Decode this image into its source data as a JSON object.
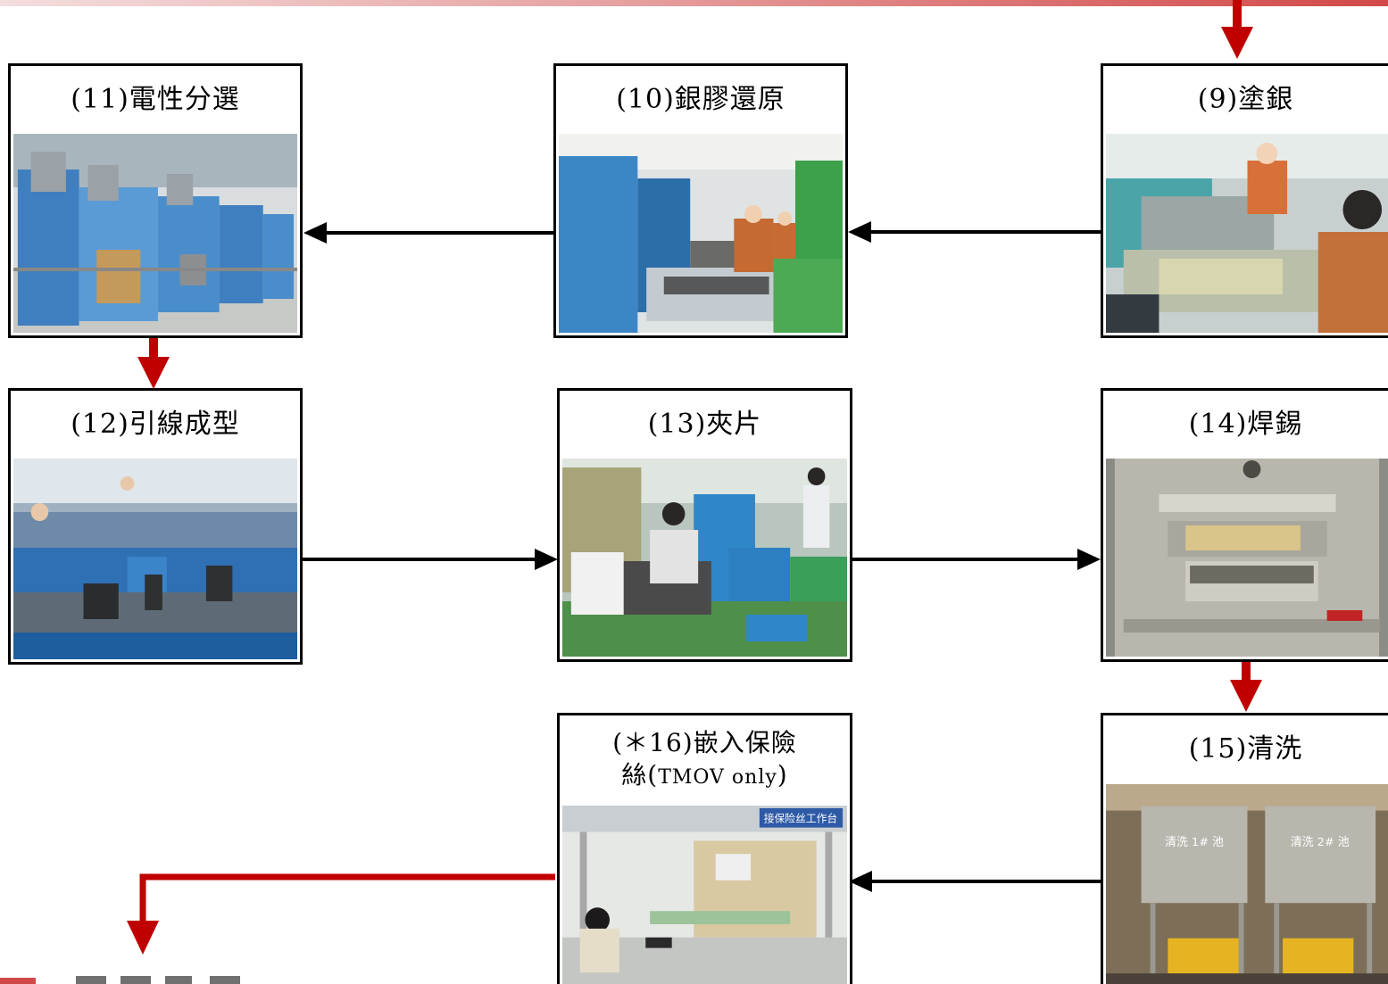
{
  "steps": {
    "s9": {
      "label": "(9)塗銀",
      "photo": "silver-coating-photo"
    },
    "s10": {
      "label": "(10)銀膠還原",
      "photo": "silver-paste-reduction-photo"
    },
    "s11": {
      "label": "(11)電性分選",
      "photo": "electrical-sorting-photo"
    },
    "s12": {
      "label": "(12)引線成型",
      "photo": "lead-forming-photo"
    },
    "s13": {
      "label": "(13)夾片",
      "photo": "clamping-photo"
    },
    "s14": {
      "label": "(14)焊錫",
      "photo": "soldering-photo"
    },
    "s15": {
      "label": "(15)清洗",
      "photo": "cleaning-photo"
    },
    "s16": {
      "label_line1": "(＊16)嵌入保險",
      "label_line2_prefix": "絲(",
      "label_line2_sub": "TMOV only",
      "label_line2_suffix": ")",
      "photo": "fuse-embedding-photo"
    }
  },
  "photo_text": {
    "tank1": "清洗 1# 池",
    "tank2": "清洗 2# 池",
    "station_sign": "接保险丝工作台"
  },
  "colors": {
    "flow_arrow": "#000000",
    "transition_arrow": "#c00000",
    "box_border": "#000000"
  }
}
